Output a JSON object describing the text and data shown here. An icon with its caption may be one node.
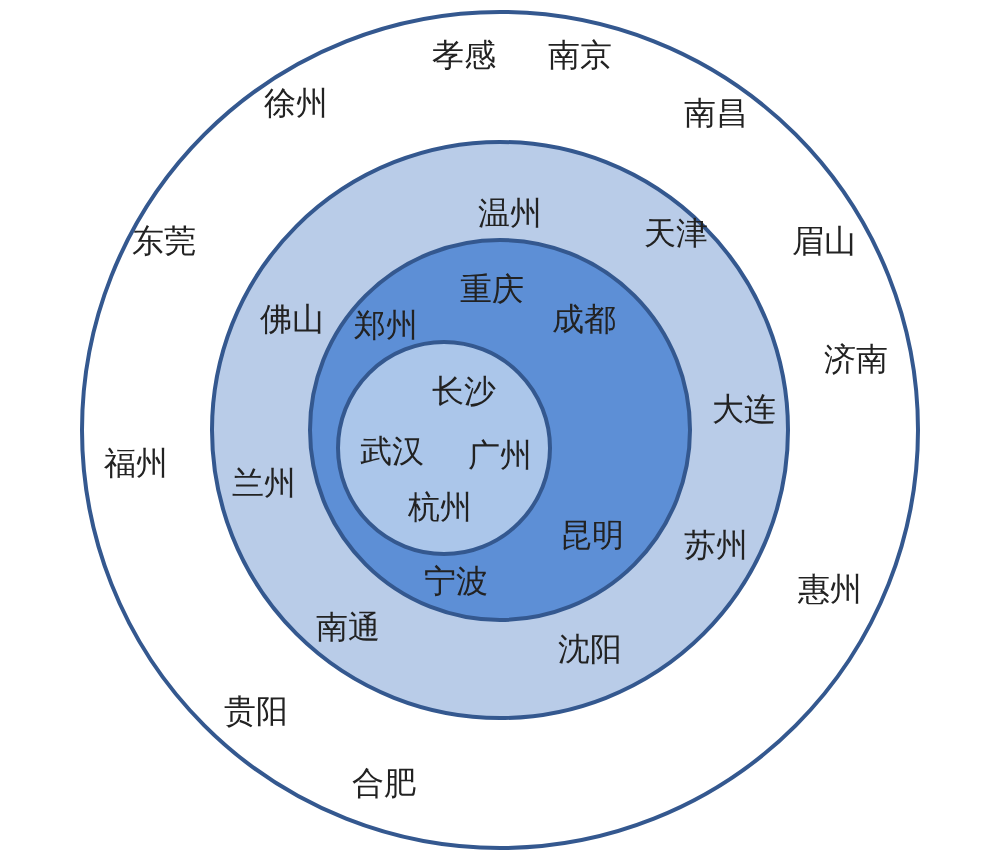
{
  "diagram": {
    "nodes": [
      {
        "text": [],
        "shape": "circle"
      },
      {
        "text": [],
        "shape": "circle",
        "in": 0
      },
      {
        "text": [],
        "shape": "circle",
        "in": 1
      },
      {
        "text": [],
        "shape": "circle",
        "in": 2
      },
      {
        "text": [
          "孝感"
        ],
        "in": 0
      },
      {
        "text": [
          "南京"
        ],
        "in": 0
      },
      {
        "text": [
          "徐州"
        ],
        "in": 0
      },
      {
        "text": [
          "南昌"
        ],
        "in": 0
      },
      {
        "text": [
          "东莞"
        ],
        "in": 0
      },
      {
        "text": [
          "眉山"
        ],
        "in": 0
      },
      {
        "text": [
          "福州"
        ],
        "in": 0
      },
      {
        "text": [
          "济南"
        ],
        "in": 0
      },
      {
        "text": [
          "惠州"
        ],
        "in": 0
      },
      {
        "text": [
          "贵阳"
        ],
        "in": 0
      },
      {
        "text": [
          "合肥"
        ],
        "in": 0
      },
      {
        "text": [
          "温州"
        ],
        "in": 1
      },
      {
        "text": [
          "天津"
        ],
        "in": 1
      },
      {
        "text": [
          "佛山"
        ],
        "in": 1
      },
      {
        "text": [
          "大连"
        ],
        "in": 1
      },
      {
        "text": [
          "兰州"
        ],
        "in": 1
      },
      {
        "text": [
          "苏州"
        ],
        "in": 1
      },
      {
        "text": [
          "南通"
        ],
        "in": 1
      },
      {
        "text": [
          "沈阳"
        ],
        "in": 1
      },
      {
        "text": [
          "重庆"
        ],
        "in": 2
      },
      {
        "text": [
          "郑州"
        ],
        "in": 2
      },
      {
        "text": [
          "成都"
        ],
        "in": 2
      },
      {
        "text": [
          "昆明"
        ],
        "in": 2
      },
      {
        "text": [
          "宁波"
        ],
        "in": 2
      },
      {
        "text": [
          "长沙"
        ],
        "in": 3
      },
      {
        "text": [
          "武汉"
        ],
        "in": 3
      },
      {
        "text": [
          "广州"
        ],
        "in": 3
      },
      {
        "text": [
          "杭州"
        ],
        "in": 3
      }
    ],
    "edges": []
  }
}
